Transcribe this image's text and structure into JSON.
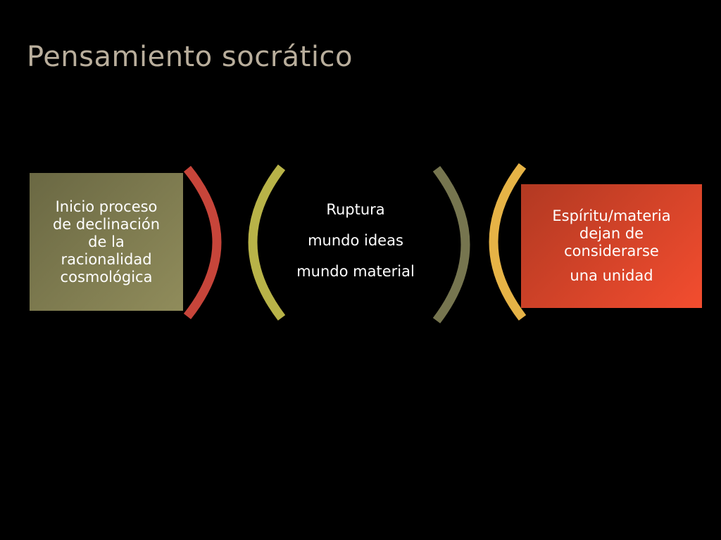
{
  "slide": {
    "title": "Pensamiento socrático",
    "title_color": "#b9ae9c"
  },
  "boxes": {
    "left": {
      "lines": [
        "Inicio proceso",
        "de declinación",
        "de la",
        "racionalidad",
        "cosmológica"
      ],
      "color": "#7d7a4f"
    },
    "center": {
      "lines": [
        "Ruptura",
        "mundo ideas",
        "mundo material"
      ]
    },
    "right": {
      "lines": [
        "Espíritu/materia",
        "dejan de",
        "considerarse",
        "una unidad"
      ],
      "color": "#d9452a"
    }
  },
  "arcs": [
    {
      "name": "red-arc",
      "color": "#c7453a"
    },
    {
      "name": "olive-arc",
      "color": "#b8b348"
    },
    {
      "name": "gray-olive-arc",
      "color": "#76754f"
    },
    {
      "name": "gold-arc",
      "color": "#e6b346"
    }
  ]
}
